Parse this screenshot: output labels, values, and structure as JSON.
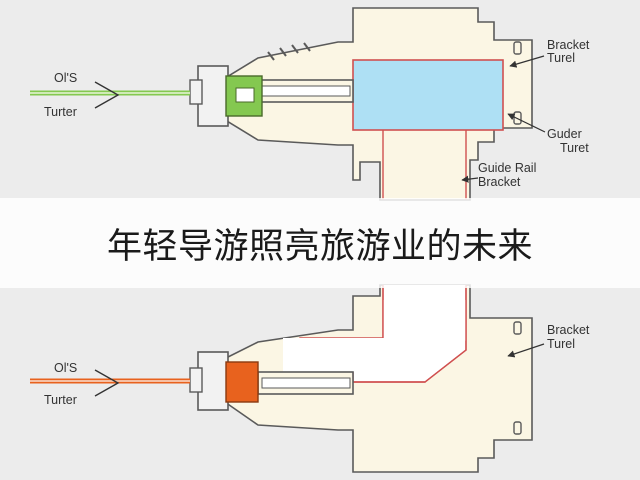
{
  "labels": {
    "ofs_top": "Ol'S",
    "turter_top": "Turter",
    "bracket_top_1": "Bracket",
    "bracket_top_2": "Turel",
    "guder_1": "Guder",
    "guder_2": "Turet",
    "guide_rail_1": "Guide Rail",
    "guide_rail_2": "Bracket",
    "ofs_bottom": "Ol'S",
    "turter_bottom": "Turter",
    "bracket_bottom_1": "Bracket",
    "bracket_bottom_2": "Turel"
  },
  "caption": "年轻导游照亮旅游业的未来",
  "colors": {
    "body_fill": "#fbf6e4",
    "outline": "#5a5a5a",
    "red_line": "#d05050",
    "blue_block": "#aee0f4",
    "green_block": "#84c850",
    "orange_block": "#e8621e"
  }
}
